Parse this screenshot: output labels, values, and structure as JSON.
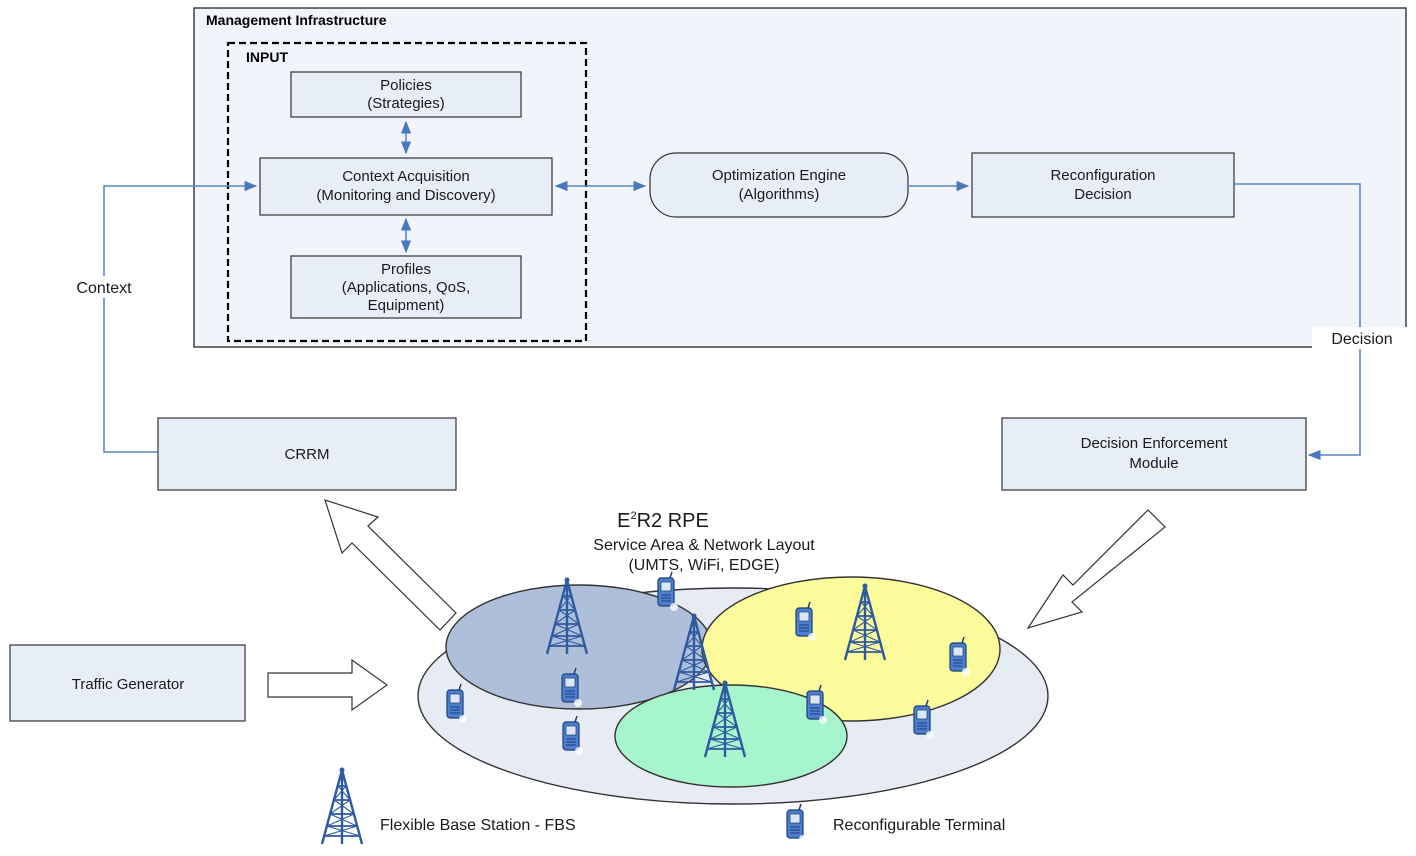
{
  "management": {
    "title": "Management Infrastructure",
    "input_title": "INPUT",
    "policies": [
      "Policies",
      "(Strategies)"
    ],
    "context_acquisition": [
      "Context Acquisition",
      "(Monitoring and Discovery)"
    ],
    "profiles": [
      "Profiles",
      "(Applications, QoS,",
      "Equipment)"
    ],
    "optimization_engine": [
      "Optimization Engine",
      "(Algorithms)"
    ],
    "reconfiguration_decision": [
      "Reconfiguration",
      "Decision"
    ]
  },
  "edges": {
    "context": "Context",
    "decision": "Decision"
  },
  "crrm": "CRRM",
  "decision_enforcement": [
    "Decision Enforcement",
    "Module"
  ],
  "traffic_generator": "Traffic Generator",
  "rpe": {
    "title_e": "E",
    "title_sup": "2",
    "title_rest": "R2 RPE",
    "subtitle1": "Service Area & Network Layout",
    "subtitle2": "(UMTS, WiFi, EDGE)"
  },
  "legend": {
    "fbs": "Flexible Base Station - FBS",
    "terminal": "Reconfigurable Terminal"
  },
  "colors": {
    "box_fill": "#e8eef7",
    "link": "#5b86c4",
    "cell_blue": "#aebfd9",
    "cell_yellow": "#fbfb9c",
    "cell_green": "#a6f5cc",
    "service_area": "#e6ebf4"
  },
  "icons": {
    "tower": "tower-icon",
    "terminal": "phone-icon"
  }
}
